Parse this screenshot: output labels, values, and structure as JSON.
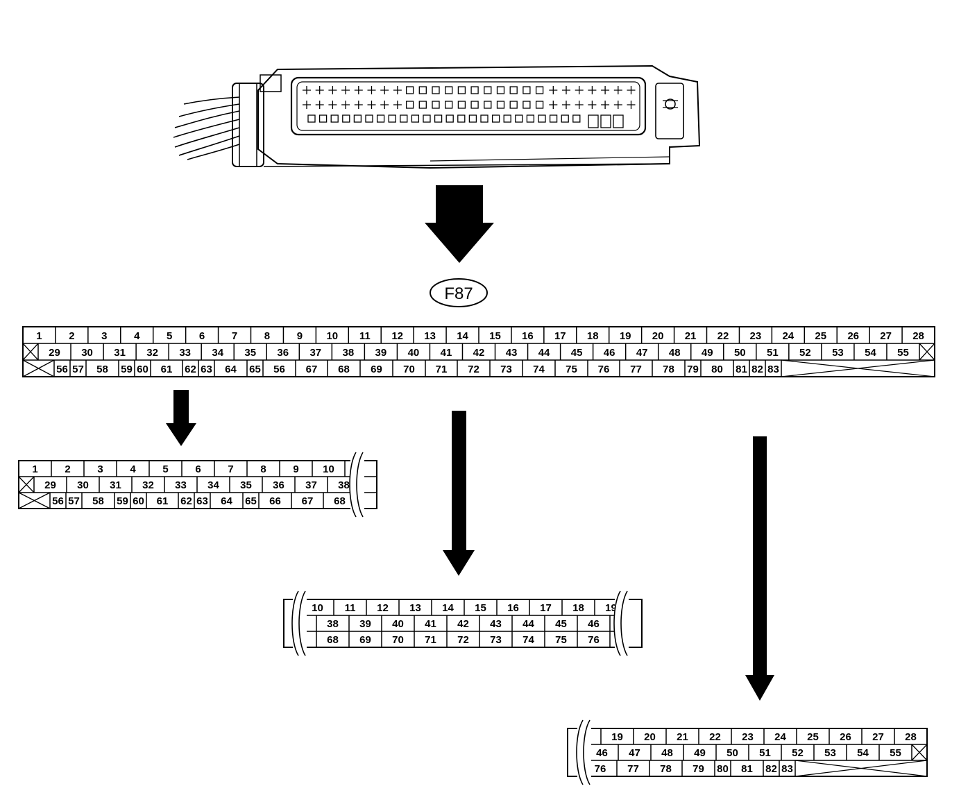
{
  "connector_label": "F87",
  "main_pinout": {
    "row1": [
      "1",
      "2",
      "3",
      "4",
      "5",
      "6",
      "7",
      "8",
      "9",
      "10",
      "11",
      "12",
      "13",
      "14",
      "15",
      "16",
      "17",
      "18",
      "19",
      "20",
      "21",
      "22",
      "23",
      "24",
      "25",
      "26",
      "27",
      "28"
    ],
    "row2": [
      "29",
      "30",
      "31",
      "32",
      "33",
      "34",
      "35",
      "36",
      "37",
      "38",
      "39",
      "40",
      "41",
      "42",
      "43",
      "44",
      "45",
      "46",
      "47",
      "48",
      "49",
      "50",
      "51",
      "52",
      "53",
      "54",
      "55"
    ],
    "row3": [
      "56",
      "57",
      "58",
      "59",
      "60",
      "61",
      "62",
      "63",
      "64",
      "65",
      "56",
      "67",
      "68",
      "69",
      "70",
      "71",
      "72",
      "73",
      "74",
      "75",
      "76",
      "77",
      "78",
      "79",
      "80",
      "81",
      "82",
      "83"
    ]
  },
  "detail_left": {
    "row1": [
      "1",
      "2",
      "3",
      "4",
      "5",
      "6",
      "7",
      "8",
      "9",
      "10"
    ],
    "row2": [
      "29",
      "30",
      "31",
      "32",
      "33",
      "34",
      "35",
      "36",
      "37",
      "38"
    ],
    "row3": [
      "56",
      "57",
      "58",
      "59",
      "60",
      "61",
      "62",
      "63",
      "64",
      "65",
      "66",
      "67",
      "68"
    ]
  },
  "detail_center": {
    "row1": [
      "10",
      "11",
      "12",
      "13",
      "14",
      "15",
      "16",
      "17",
      "18",
      "19"
    ],
    "row2": [
      "38",
      "39",
      "40",
      "41",
      "42",
      "43",
      "44",
      "45",
      "46"
    ],
    "row3": [
      "68",
      "69",
      "70",
      "71",
      "72",
      "73",
      "74",
      "75",
      "76"
    ]
  },
  "detail_right": {
    "row1": [
      "19",
      "20",
      "21",
      "22",
      "23",
      "24",
      "25",
      "26",
      "27",
      "28"
    ],
    "row2": [
      "46",
      "47",
      "48",
      "49",
      "50",
      "51",
      "52",
      "53",
      "54",
      "55"
    ],
    "row3": [
      "76",
      "77",
      "78",
      "79",
      "80",
      "81",
      "82",
      "83"
    ]
  }
}
